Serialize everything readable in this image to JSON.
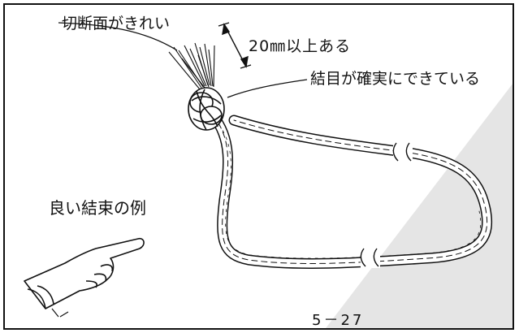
{
  "labels": {
    "cut_clean": "切断面がきれい",
    "length_note": "20㎜以上ある",
    "knot_secure": "結目が確実にできている",
    "title": "良い結束の例"
  },
  "page_number": "5－27",
  "icons": {
    "hand": "pointing-hand-icon",
    "knot": "knot-icon"
  },
  "colors": {
    "ink": "#111111",
    "watermark": "#e5e5e5"
  }
}
